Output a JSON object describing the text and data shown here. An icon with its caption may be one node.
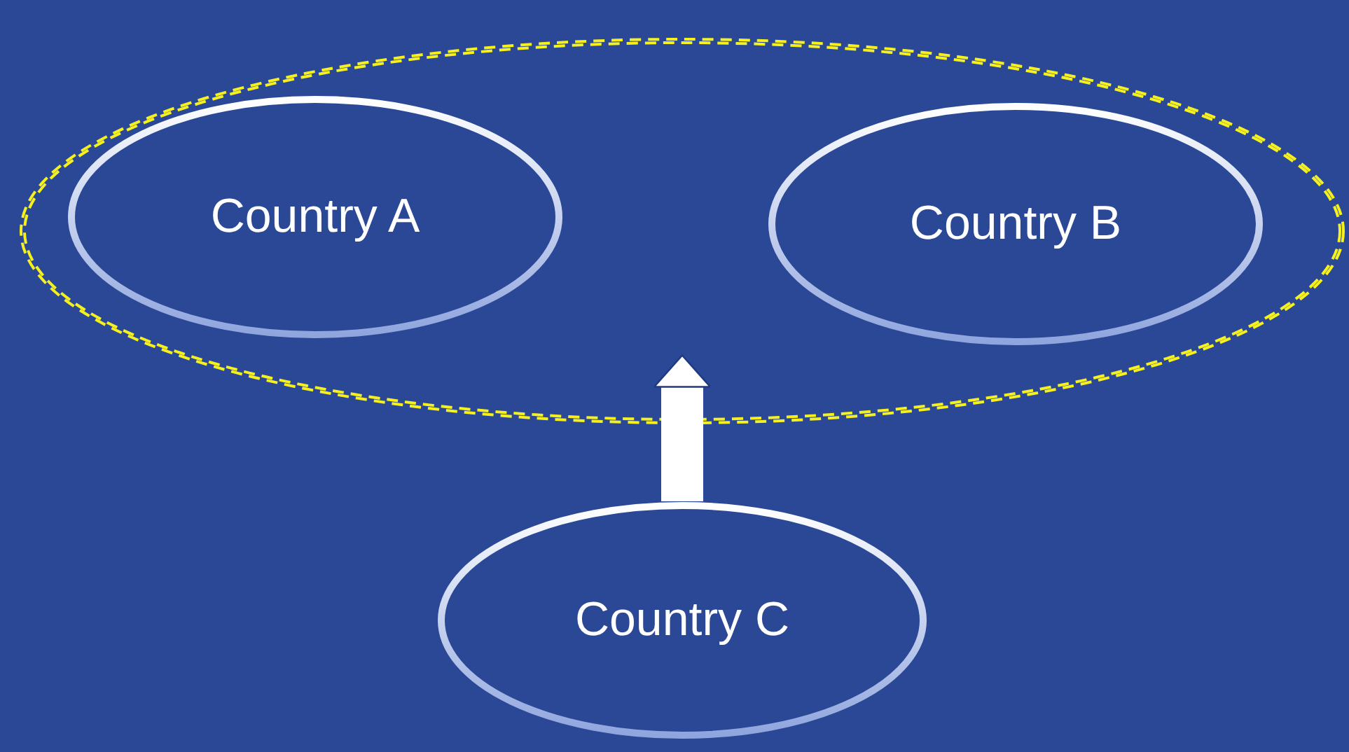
{
  "diagram": {
    "nodes": [
      {
        "text": [],
        "shape": "ellipse"
      },
      {
        "text": [
          "Country A"
        ],
        "in": 0
      },
      {
        "text": [
          "Country B"
        ],
        "in": 0
      },
      {
        "text": [
          "Country C"
        ]
      }
    ],
    "edges": [
      {
        "from": 3,
        "to": 0,
        "arrow": "to"
      }
    ]
  }
}
